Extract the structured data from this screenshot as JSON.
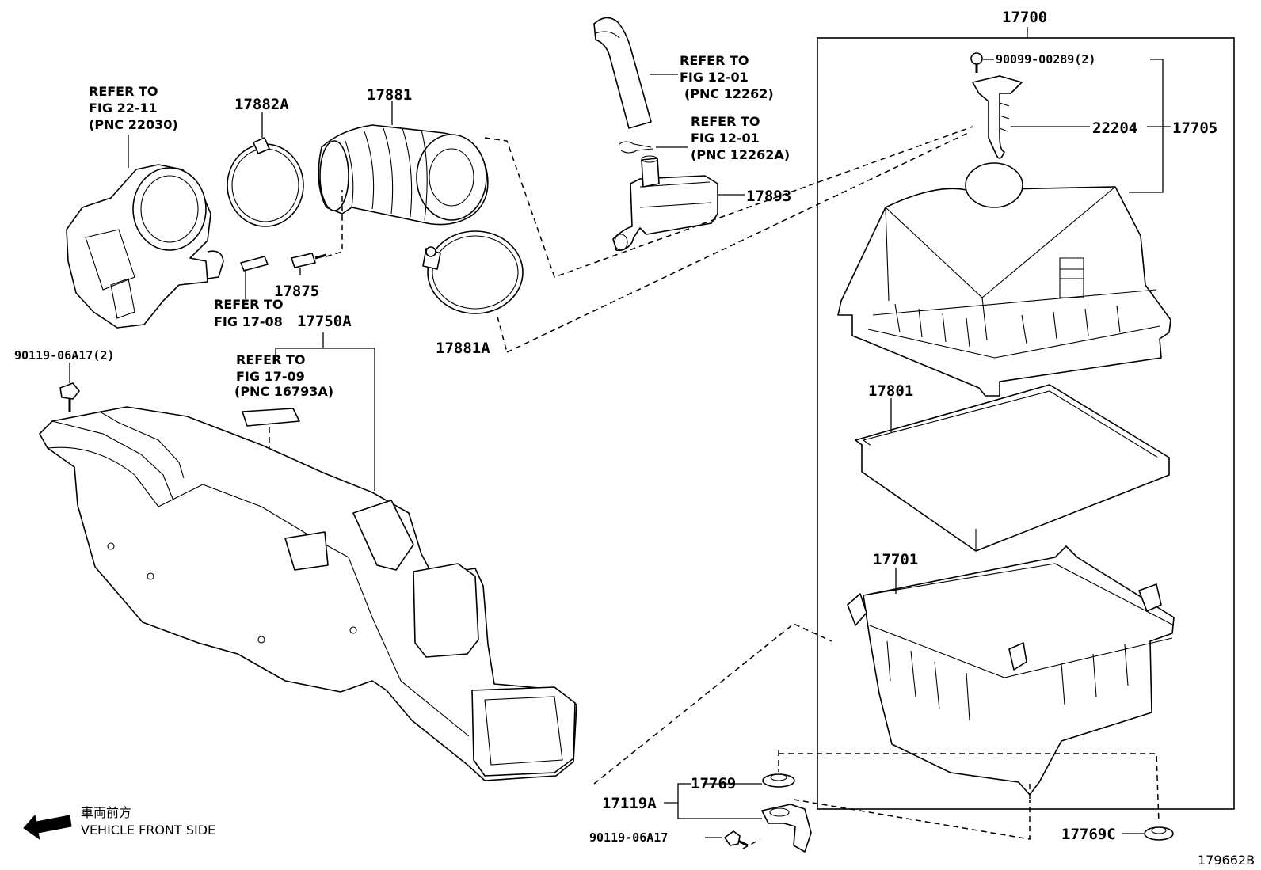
{
  "diagram_id": "179662B",
  "labels": {
    "p17700": "17700",
    "p90099": "90099-00289(2)",
    "p22204": "22204",
    "p17705": "17705",
    "p17801": "17801",
    "p17701": "17701",
    "p17769": "17769",
    "p17119A": "17119A",
    "p90119b": "90119-06A17",
    "p17769C": "17769C",
    "p17893": "17893",
    "p17881": "17881",
    "p17882A": "17882A",
    "p17875": "17875",
    "p17881A": "17881A",
    "p17750A": "17750A",
    "p90119a": "90119-06A17(2)"
  },
  "refs": {
    "r1": [
      "REFER TO",
      "FIG 22-11",
      "(PNC 22030)"
    ],
    "r2": [
      "REFER TO",
      "FIG 12-01",
      "(PNC 12262)"
    ],
    "r3": [
      "REFER TO",
      "FIG 12-01",
      "(PNC 12262A)"
    ],
    "r4": [
      "REFER TO",
      "FIG 17-08"
    ],
    "r5": [
      "REFER TO",
      "FIG 17-09",
      "(PNC 16793A)"
    ]
  },
  "direction": {
    "kanji": "車両前方",
    "text": "VEHICLE FRONT SIDE"
  }
}
